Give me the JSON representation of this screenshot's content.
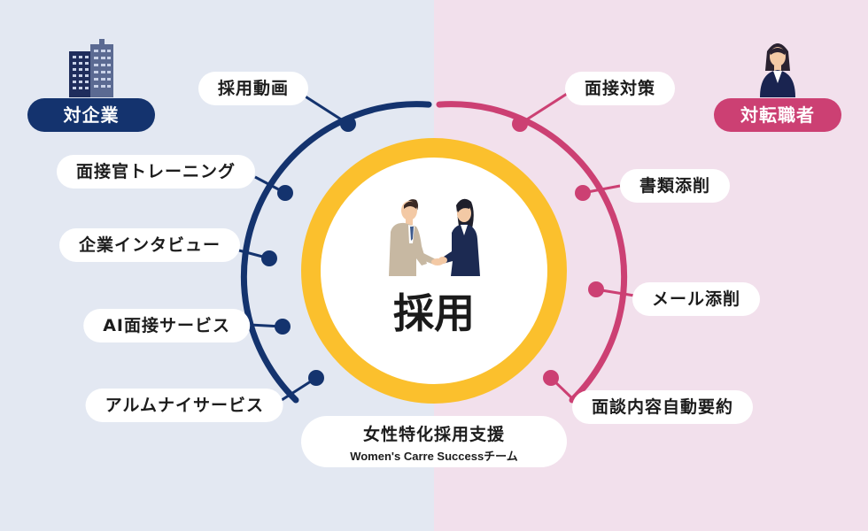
{
  "center": {
    "title": "採用"
  },
  "company_badge": {
    "label": "対企業",
    "color": "#14336e"
  },
  "jobseeker_badge": {
    "label": "対転職者",
    "color": "#cc4073"
  },
  "company_services": [
    {
      "label": "採用動画"
    },
    {
      "label": "面接官トレーニング"
    },
    {
      "label": "企業インタビュー"
    },
    {
      "label": "AI面接サービス"
    },
    {
      "label": "アルムナイサービス"
    }
  ],
  "jobseeker_services": [
    {
      "label": "面接対策"
    },
    {
      "label": "書類添削"
    },
    {
      "label": "メール添削"
    },
    {
      "label": "面談内容自動要約"
    }
  ],
  "bottom_service": {
    "label": "女性特化採用支援",
    "sublabel": "Women's Carre Successチーム"
  },
  "icons": {
    "company": "office-building-icon",
    "jobseeker": "businesswoman-icon",
    "center": "handshake-icon"
  },
  "colors": {
    "left_arc": "#14336e",
    "right_arc": "#cc4073",
    "inner_ring": "#fbc02d"
  }
}
